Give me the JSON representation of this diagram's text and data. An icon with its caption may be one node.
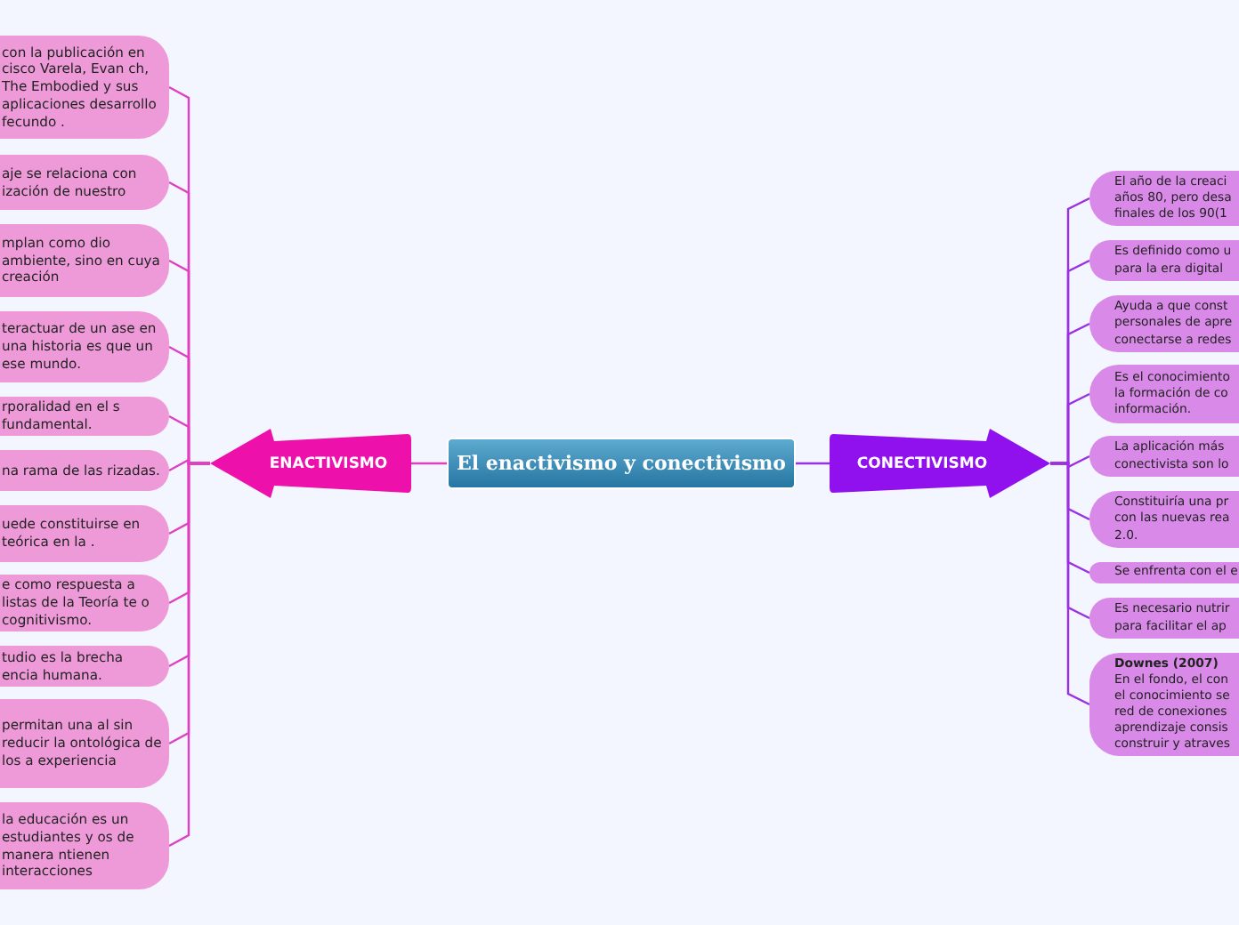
{
  "diagram": {
    "nodes": [
      {
        "text": [
          "El enactivismo y conectivismo"
        ]
      },
      {
        "text": [
          "ENACTIVISMO"
        ]
      },
      {
        "text": [
          "CONECTIVISMO"
        ]
      },
      {
        "text": [
          "con la publicación en cisco Varela, Evan ch, The Embodied y sus aplicaciones desarrollo fecundo ."
        ]
      },
      {
        "text": [
          "aje se relaciona con ización de nuestro"
        ]
      },
      {
        "text": [
          "mplan como dio ambiente, sino en cuya creación"
        ]
      },
      {
        "text": [
          "teractuar de un ase en una historia es que un ese mundo."
        ]
      },
      {
        "text": [
          "rporalidad en el s fundamental."
        ]
      },
      {
        "text": [
          "na rama de las rizadas."
        ]
      },
      {
        "text": [
          "uede constituirse en teórica en la ."
        ]
      },
      {
        "text": [
          "e como respuesta a listas de la Teoría te o cognitivismo."
        ]
      },
      {
        "text": [
          "tudio es la brecha encia humana."
        ]
      },
      {
        "text": [
          "permitan una al sin reducir la ontológica de los a experiencia"
        ]
      },
      {
        "text": [
          "la educación es un estudiantes y os de manera ntienen interacciones"
        ]
      },
      {
        "text": [
          "El año de la creaci años 80, pero desa finales de los 90(1"
        ]
      },
      {
        "text": [
          "Es definido como u para la era digital"
        ]
      },
      {
        "text": [
          "Ayuda a que const personales de apre conectarse a redes"
        ]
      },
      {
        "text": [
          "Es el conocimiento la formación de co información."
        ]
      },
      {
        "text": [
          "La aplicación más conectivista son lo"
        ]
      },
      {
        "text": [
          "Constituiría una pr con las nuevas rea 2.0."
        ]
      },
      {
        "text": [
          "Se enfrenta con el e"
        ]
      },
      {
        "text": [
          "Es necesario nutrir para facilitar el ap"
        ]
      },
      {
        "text": [
          "Downes (2007)",
          "En el fondo, el con el conocimiento se red de conexiones aprendizaje consis construir y atraves"
        ]
      }
    ],
    "edges": [
      {
        "from": 0,
        "to": 1,
        "arrow": "none",
        "color": "#e040c0"
      },
      {
        "from": 0,
        "to": 2,
        "arrow": "none",
        "color": "#9a30e0"
      },
      {
        "from": 1,
        "to": 3,
        "arrow": "none",
        "color": "#e040c0"
      },
      {
        "from": 1,
        "to": 4,
        "arrow": "none",
        "color": "#e040c0"
      },
      {
        "from": 1,
        "to": 5,
        "arrow": "none",
        "color": "#e040c0"
      },
      {
        "from": 1,
        "to": 6,
        "arrow": "none",
        "color": "#e040c0"
      },
      {
        "from": 1,
        "to": 7,
        "arrow": "none",
        "color": "#e040c0"
      },
      {
        "from": 1,
        "to": 8,
        "arrow": "none",
        "color": "#e040c0"
      },
      {
        "from": 1,
        "to": 9,
        "arrow": "none",
        "color": "#e040c0"
      },
      {
        "from": 1,
        "to": 10,
        "arrow": "none",
        "color": "#e040c0"
      },
      {
        "from": 1,
        "to": 11,
        "arrow": "none",
        "color": "#e040c0"
      },
      {
        "from": 1,
        "to": 12,
        "arrow": "none",
        "color": "#e040c0"
      },
      {
        "from": 1,
        "to": 13,
        "arrow": "none",
        "color": "#e040c0"
      },
      {
        "from": 2,
        "to": 14,
        "arrow": "none",
        "color": "#9a30e0"
      },
      {
        "from": 2,
        "to": 15,
        "arrow": "none",
        "color": "#9a30e0"
      },
      {
        "from": 2,
        "to": 16,
        "arrow": "none",
        "color": "#9a30e0"
      },
      {
        "from": 2,
        "to": 17,
        "arrow": "none",
        "color": "#9a30e0"
      },
      {
        "from": 2,
        "to": 18,
        "arrow": "none",
        "color": "#9a30e0"
      },
      {
        "from": 2,
        "to": 19,
        "arrow": "none",
        "color": "#9a30e0"
      },
      {
        "from": 2,
        "to": 20,
        "arrow": "none",
        "color": "#9a30e0"
      },
      {
        "from": 2,
        "to": 21,
        "arrow": "none",
        "color": "#9a30e0"
      },
      {
        "from": 2,
        "to": 22,
        "arrow": "none",
        "color": "#9a30e0"
      }
    ]
  }
}
